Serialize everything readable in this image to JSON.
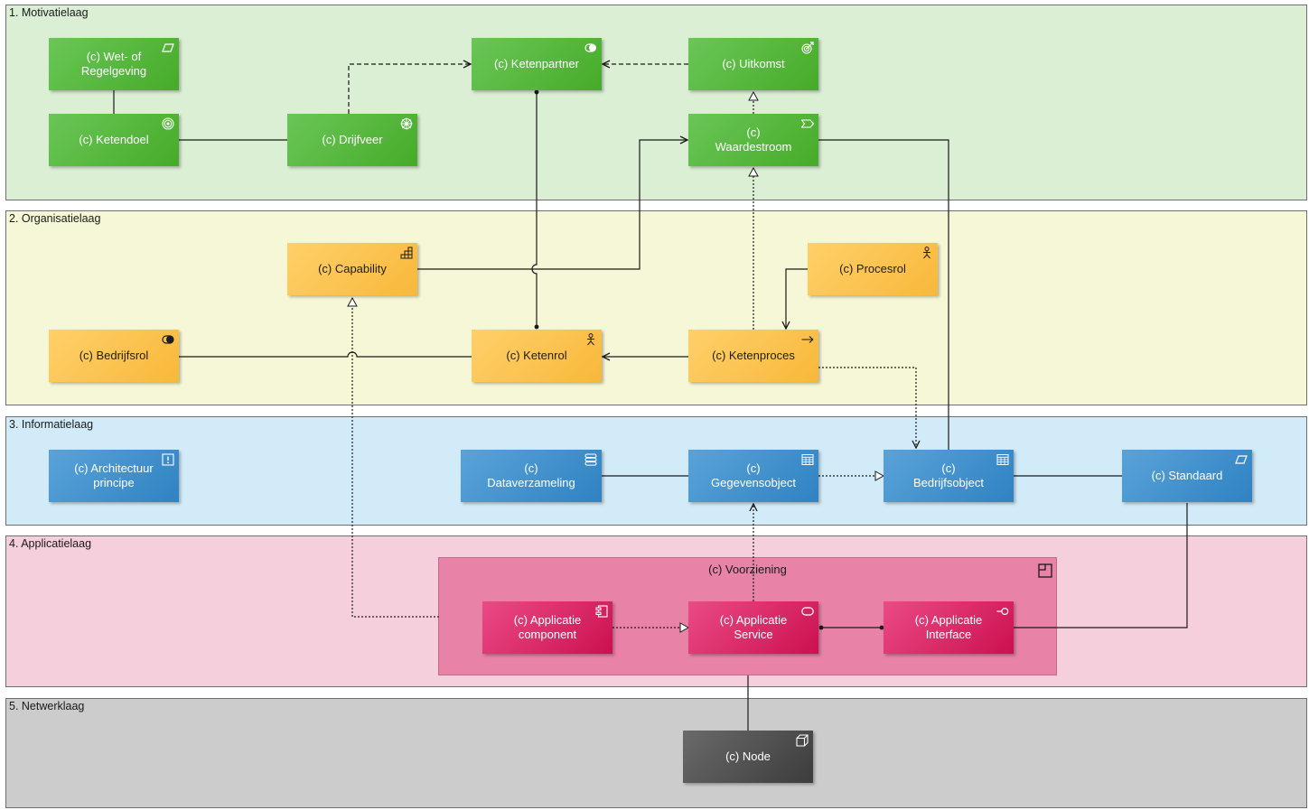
{
  "layers": {
    "motivation": "1. Motivatielaag",
    "organisation": "2. Organisatielaag",
    "information": "3. Informatielaag",
    "application": "4. Applicatielaag",
    "network": "5. Netwerklaag"
  },
  "elements": {
    "wet_regelgeving": "(c) Wet- of\nRegelgeving",
    "ketendoel": "(c) Ketendoel",
    "drijfveer": "(c) Drijfveer",
    "ketenpartner": "(c) Ketenpartner",
    "uitkomst": "(c) Uitkomst",
    "waardestroom": "(c)\nWaardestroom",
    "capability": "(c) Capability",
    "procesrol": "(c) Procesrol",
    "bedrijfsrol": "(c) Bedrijfsrol",
    "ketenrol": "(c) Ketenrol",
    "ketenproces": "(c) Ketenproces",
    "architectuur_principe": "(c) Architectuur\nprincipe",
    "dataverzameling": "(c)\nDataverzameling",
    "gegevensobject": "(c)\nGegevensobject",
    "bedrijfsobject": "(c)\nBedrijfsobject",
    "standaard": "(c) Standaard",
    "voorziening": "(c) Voorziening",
    "applicatie_component": "(c) Applicatie\ncomponent",
    "applicatie_service": "(c) Applicatie\nService",
    "applicatie_interface": "(c) Applicatie\nInterface",
    "node": "(c) Node"
  },
  "colors": {
    "motivation_layer": "#dbefd5",
    "organisation_layer": "#f6f7d6",
    "information_layer": "#d2ebf8",
    "application_layer": "#f6cfdd",
    "network_layer": "#cccccc",
    "line": "#1a1a1a"
  }
}
